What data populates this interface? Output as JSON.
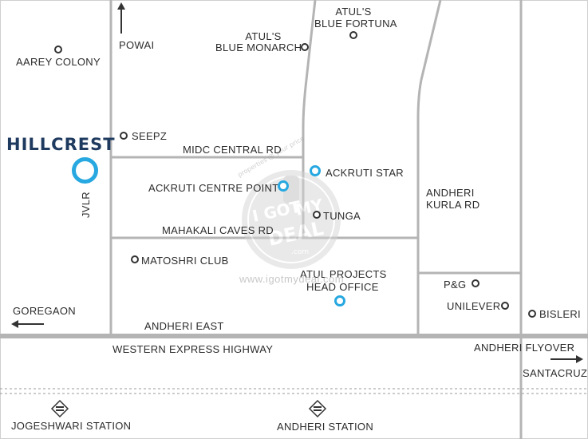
{
  "project": {
    "name": "HILLCREST",
    "color": "#1f3a5f",
    "marker_color": "#27a8e0"
  },
  "roads": {
    "midc_central": "MIDC CENTRAL RD",
    "mahakali_caves": "MAHAKALI CAVES RD",
    "jvlr": "JVLR",
    "andheri_kurla": [
      "ANDHERI",
      "KURLA RD"
    ],
    "western_express": "WESTERN EXPRESS HIGHWAY",
    "andheri_flyover": "ANDHERI FLYOVER"
  },
  "directions": {
    "powai": "POWAI",
    "goregaon": "GOREGAON",
    "santacruz": "SANTACRUZ"
  },
  "areas": {
    "andheri_east": "ANDHERI EAST"
  },
  "landmarks": {
    "aarey_colony": "AAREY COLONY",
    "atul_blue_monarch": [
      "ATUL'S",
      "BLUE MONARCH"
    ],
    "atul_blue_fortuna": [
      "ATUL'S",
      "BLUE FORTUNA"
    ],
    "seepz": "SEEPZ",
    "ackruti_star": "ACKRUTI STAR",
    "ackruti_centre_point": "ACKRUTI CENTRE POINT",
    "tunga": "TUNGA",
    "matoshri_club": "MATOSHRI CLUB",
    "atul_projects": [
      "ATUL PROJECTS",
      "HEAD OFFICE"
    ],
    "pg": "P&G",
    "unilever": "UNILEVER",
    "bisleri": "BISLERI"
  },
  "stations": {
    "jogeshwari": "JOGESHWARI STATION",
    "andheri": "ANDHERI STATION"
  },
  "watermark": {
    "tagline": "properties @ your price",
    "logo_line1": "I GOT",
    "logo_line2": "MY",
    "logo_line3": "DEAL",
    "logo_suffix": ".com",
    "url": "www.igotmydeal.com"
  },
  "colors": {
    "road": "#b4b4b4",
    "text": "#2c2c2c",
    "highlight": "#27a8e0"
  }
}
